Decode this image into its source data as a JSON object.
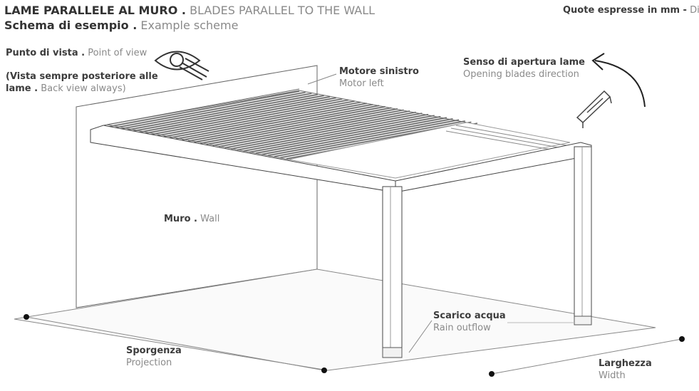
{
  "header": {
    "title_bold": "LAME PARALLELE AL MURO .",
    "title_light": "BLADES PARALLEL TO THE WALL",
    "subtitle_bold": "Schema di esempio .",
    "subtitle_light": "Example scheme",
    "dims_bold": "Quote espresse in mm -",
    "dims_light": "Dimen"
  },
  "labels": {
    "pov_bold": "Punto di vista .",
    "pov_light": "Point of view",
    "back_bold_1": "(Vista sempre posteriore alle",
    "back_bold_2": "lame .",
    "back_light": "Back view always)",
    "motor_bold": "Motore sinistro",
    "motor_light": "Motor left",
    "opening_bold": "Senso di apertura lame",
    "opening_light": "Opening blades direction",
    "wall_bold": "Muro .",
    "wall_light": "Wall",
    "rain_bold": "Scarico acqua",
    "rain_light": "Rain outflow",
    "projection_bold": "Sporgenza",
    "projection_light": "Projection",
    "width_bold": "Larghezza",
    "width_light": "Width"
  },
  "icons": [
    "eye-icon",
    "curved-arrow-icon",
    "blade-icon"
  ],
  "colors": {
    "line": "#555555",
    "light_line": "#9a9a9a",
    "blade_dark": "#6a6a6a",
    "dot": "#111111"
  }
}
